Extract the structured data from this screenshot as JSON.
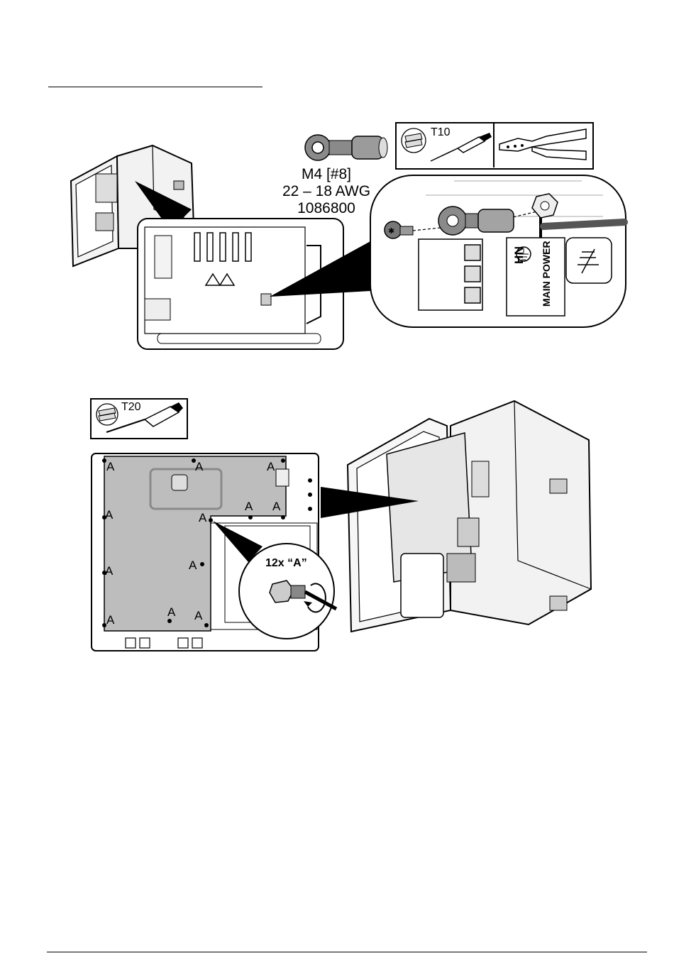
{
  "step1": {
    "ring_terminal": {
      "screw_size": "M4 [#8]",
      "wire_gauge": "22 – 18 AWG",
      "part_number": "1086800"
    },
    "tools": {
      "driver_bit": "T10"
    },
    "terminal_label": "MAIN POWER",
    "terminal_markings": "HN"
  },
  "step2": {
    "tools": {
      "driver_bit": "T20"
    },
    "screw_callout": "A",
    "screw_quantity": "12x “A”"
  }
}
